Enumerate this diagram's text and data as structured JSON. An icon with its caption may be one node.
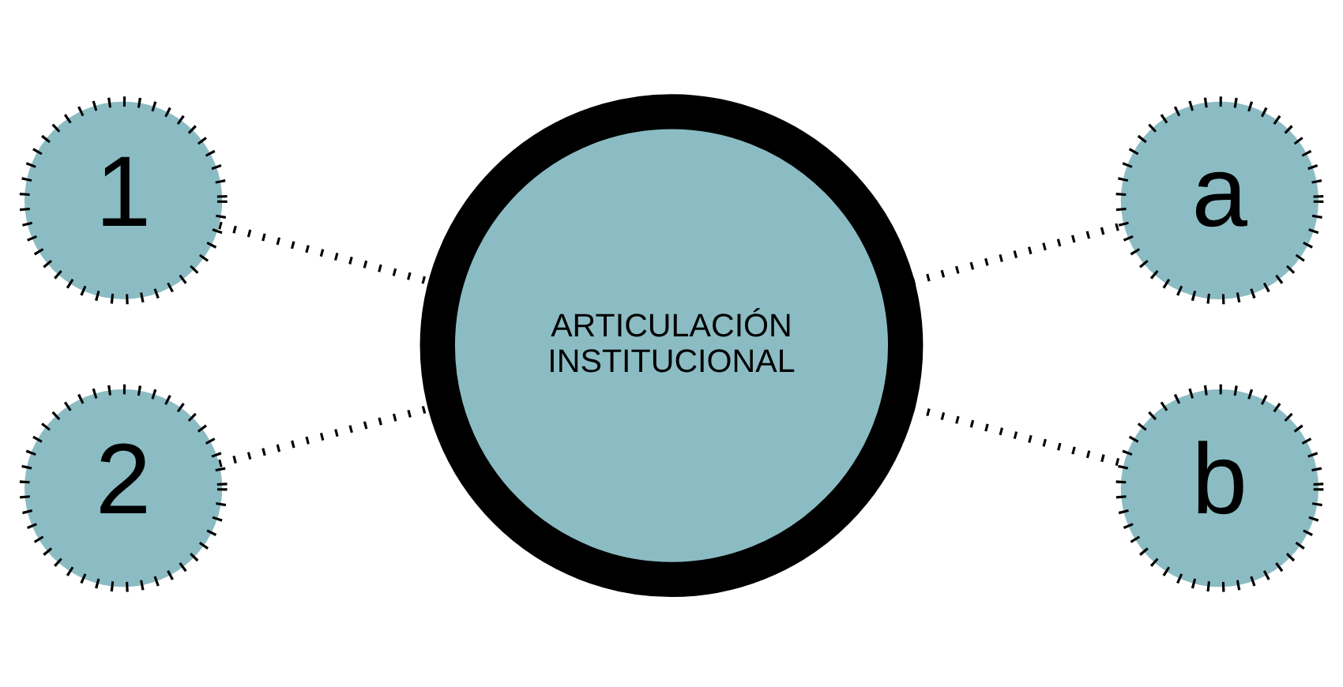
{
  "diagram": {
    "nodes": [
      {
        "text": [
          "ARTICULACIÓN INSTITUCIONAL"
        ]
      },
      {
        "text": [
          "1"
        ]
      },
      {
        "text": [
          "2"
        ]
      },
      {
        "text": [
          "a"
        ]
      },
      {
        "text": [
          "b"
        ]
      }
    ],
    "edges": [
      {
        "from": 1,
        "to": 0,
        "arrow": "none",
        "style": "dashed"
      },
      {
        "from": 2,
        "to": 0,
        "arrow": "none",
        "style": "dashed"
      },
      {
        "from": 0,
        "to": 3,
        "arrow": "none",
        "style": "dashed"
      },
      {
        "from": 0,
        "to": 4,
        "arrow": "none",
        "style": "dashed"
      }
    ]
  }
}
